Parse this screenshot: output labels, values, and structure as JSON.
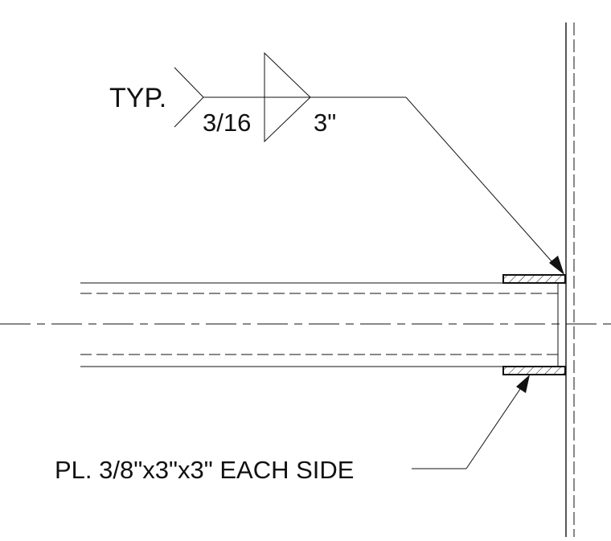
{
  "weld_symbol": {
    "tail_note": "TYP.",
    "weld_size": "3/16",
    "weld_length": "3\""
  },
  "plate_callout": "PL. 3/8\"x3\"x3\" EACH SIDE",
  "colors": {
    "line": "#111111",
    "background": "#ffffff"
  }
}
